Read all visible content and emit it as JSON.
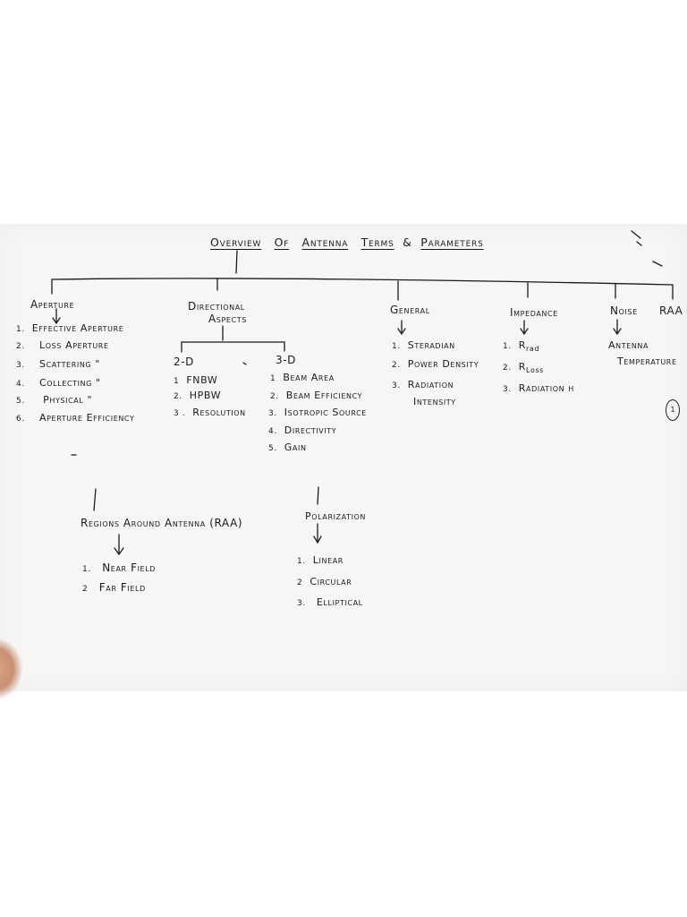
{
  "title": {
    "w1": "Overview",
    "w2": "Of",
    "w3": "Antenna",
    "w4": "Terms",
    "w5": "&",
    "w6": "Parameters"
  },
  "aperture": {
    "heading": "Aperture",
    "items": [
      {
        "n": "1.",
        "t": "Effective Aperture"
      },
      {
        "n": "2.",
        "t": "Loss Aperture"
      },
      {
        "n": "3.",
        "t": "Scattering  \""
      },
      {
        "n": "4.",
        "t": "Collecting  \""
      },
      {
        "n": "5.",
        "t": "Physical    \""
      },
      {
        "n": "6.",
        "t": "Aperture Efficiency"
      }
    ]
  },
  "directional": {
    "heading_line1": "Directional",
    "heading_line2": "Aspects",
    "two_d": {
      "heading": "2-D",
      "items": [
        {
          "n": "1",
          "t": "FNBW"
        },
        {
          "n": "2.",
          "t": "HPBW"
        },
        {
          "n": "3 .",
          "t": "Resolution"
        }
      ]
    },
    "three_d": {
      "heading": "3-D",
      "items": [
        {
          "n": "1",
          "t": "Beam Area"
        },
        {
          "n": "2.",
          "t": "Beam Efficiency"
        },
        {
          "n": "3.",
          "t": "Isotropic Source"
        },
        {
          "n": "4.",
          "t": "Directivity"
        },
        {
          "n": "5.",
          "t": "Gain"
        }
      ]
    }
  },
  "general": {
    "heading": "General",
    "items": [
      {
        "n": "1.",
        "t": "Steradian"
      },
      {
        "n": "2.",
        "t": "Power Density"
      },
      {
        "n": "3.",
        "t": "Radiation"
      }
    ],
    "item3_line2": "Intensity"
  },
  "impedance": {
    "heading": "Impedance",
    "items": [
      {
        "n": "1.",
        "t": "R",
        "sub": "rad"
      },
      {
        "n": "2.",
        "t": "R",
        "sub": "Loss"
      },
      {
        "n": "3.",
        "t": "Radiation η",
        "sub": ""
      }
    ]
  },
  "noise": {
    "heading": "Noise",
    "line1": "Antenna",
    "line2": "Temperature"
  },
  "raa": {
    "heading": "RAA"
  },
  "regions": {
    "heading": "Regions Around Antenna (RAA)",
    "items": [
      {
        "n": "1.",
        "t": "Near Field"
      },
      {
        "n": "2",
        "t": "Far   Field"
      }
    ]
  },
  "polarization": {
    "heading": "Polarization",
    "items": [
      {
        "n": "1.",
        "t": "Linear"
      },
      {
        "n": "2",
        "t": "Circular"
      },
      {
        "n": "3.",
        "t": "Elliptical"
      }
    ]
  },
  "page_badge": "1"
}
